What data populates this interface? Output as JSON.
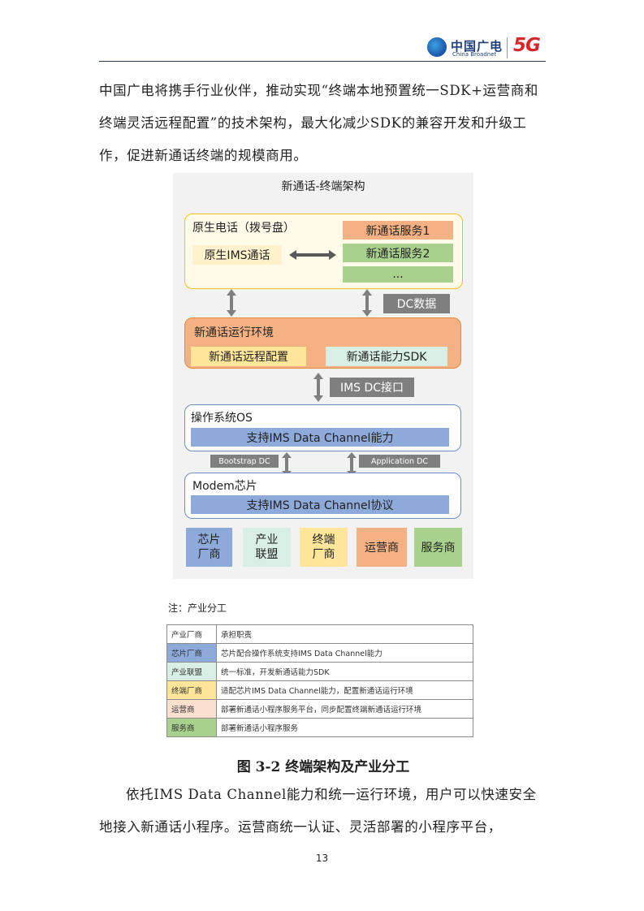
{
  "header": {
    "logo_cn": "中国广电",
    "logo_en": "China Broadnet",
    "logo_5g": "5G"
  },
  "paragraph1": "中国广电将携手行业伙伴，推动实现“终端本地预置统一SDK+运营商和终端灵活远程配置”的技术架构，最大化减少SDK的兼容开发和升级工作，促进新通话终端的规模商用。",
  "diagram": {
    "title": "新通话-终端架构",
    "native_call": "原生电话（拨号盘）",
    "native_ims": "原生IMS通话",
    "service1": "新通话服务1",
    "service2": "新通话服务2",
    "service_more": "...",
    "dc_data": "DC数据",
    "runtime": "新通话运行环境",
    "remote_config": "新通话远程配置",
    "sdk": "新通话能力SDK",
    "ims_dc_if": "IMS DC接口",
    "os": "操作系统OS",
    "os_support": "支持IMS Data Channel能力",
    "bootstrap_dc": "Bootstrap DC",
    "application_dc": "Application DC",
    "modem": "Modem芯片",
    "modem_support": "支持IMS Data Channel协议",
    "roles": [
      {
        "line1": "芯片",
        "line2": "厂商",
        "color": "#8eaadb"
      },
      {
        "line1": "产业",
        "line2": "联盟",
        "color": "#d9efe6"
      },
      {
        "line1": "终端",
        "line2": "厂商",
        "color": "#ffe699"
      },
      {
        "line1": "运营商",
        "line2": "",
        "color": "#f4b183"
      },
      {
        "line1": "服务商",
        "line2": "",
        "color": "#a9d18e"
      }
    ]
  },
  "division": {
    "note": "注：产业分工",
    "headers": [
      "产业厂商",
      "承担职责"
    ],
    "rows": [
      {
        "role": "芯片厂商",
        "duty": "芯片配合操作系统支持IMS Data Channel能力",
        "color": "#8eaadb"
      },
      {
        "role": "产业联盟",
        "duty": "统一标准，开发新通话能力SDK",
        "color": "#d9efe6"
      },
      {
        "role": "终端厂商",
        "duty": "适配芯片IMS Data Channel能力，配置新通话运行环境",
        "color": "#ffe699"
      },
      {
        "role": "运营商",
        "duty": "部署新通话小程序服务平台，同步配置终端新通话运行环境",
        "color": "#fbe0d0"
      },
      {
        "role": "服务商",
        "duty": "部署新通话小程序服务",
        "color": "#a9d18e"
      }
    ]
  },
  "caption": "图 3-2 终端架构及产业分工",
  "paragraph2": "依托IMS Data Channel能力和统一运行环境，用户可以快速安全地接入新通话小程序。运营商统一认证、灵活部署的小程序平台，",
  "page_number": "13"
}
